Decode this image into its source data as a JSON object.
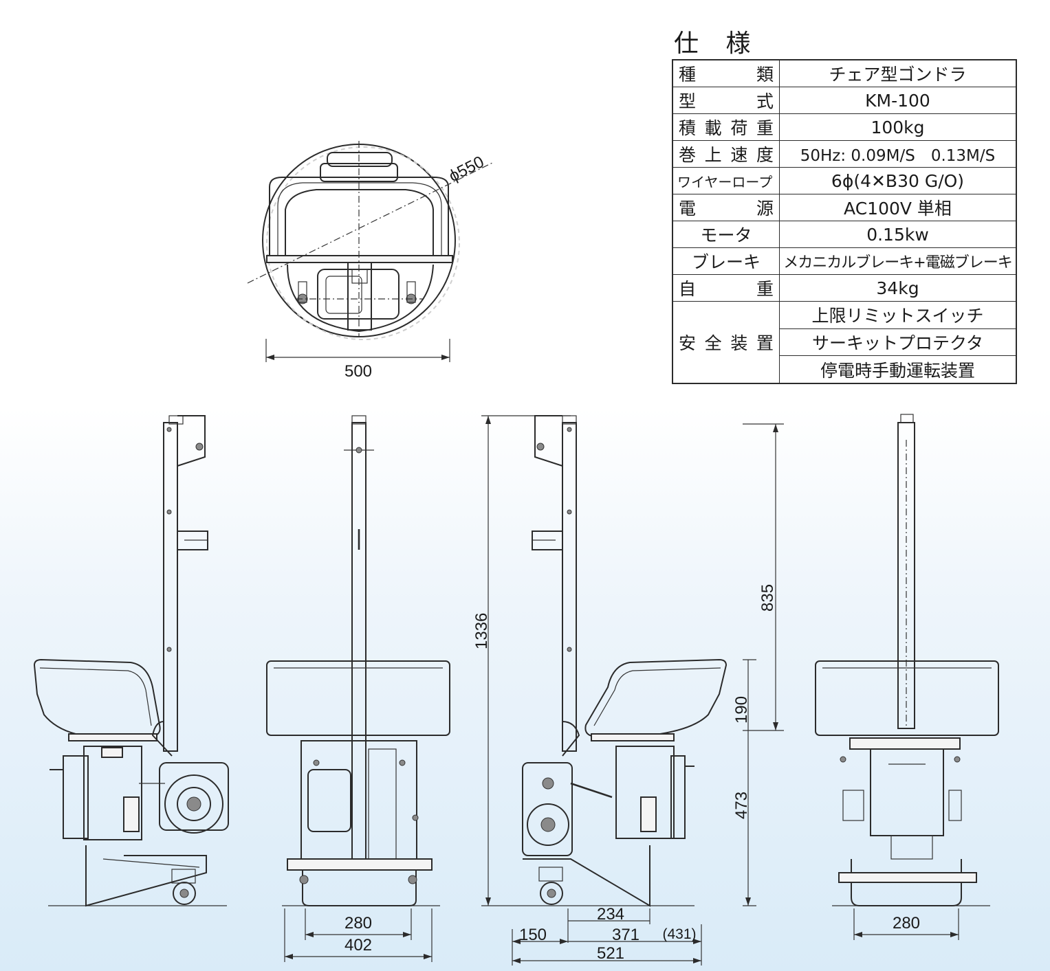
{
  "spec": {
    "title": "仕 様",
    "rows": [
      {
        "label": "種　類",
        "value": "チェア型ゴンドラ"
      },
      {
        "label": "型　式",
        "value": "KM-100"
      },
      {
        "label": "積載荷重",
        "value": "100kg"
      },
      {
        "label": "巻上速度",
        "value": "50Hz: 0.09M/S　0.13M/S"
      },
      {
        "label": "ワイヤーロープ",
        "value": "6ϕ(4✕B30 G/O)"
      },
      {
        "label": "電　源",
        "value": "AC100V 単相"
      },
      {
        "label": "モータ",
        "value": "0.15kw"
      },
      {
        "label": "ブレーキ",
        "value": "メカニカルブレーキ+電磁ブレーキ"
      },
      {
        "label": "自　重",
        "value": "34kg"
      }
    ],
    "safety": {
      "label": "安全装置",
      "values": [
        "上限リミットスイッチ",
        "サーキットプロテクタ",
        "停電時手動運転装置"
      ]
    }
  },
  "dimensions": {
    "top_diameter": "ϕ550",
    "top_width": "500",
    "front_inner": "280",
    "front_outer": "402",
    "height_total": "1336",
    "side_234": "234",
    "side_150": "150",
    "side_371": "371",
    "side_431": "(431)",
    "side_521": "521",
    "rear_835": "835",
    "rear_190": "190",
    "rear_473": "473",
    "rear_280": "280"
  }
}
